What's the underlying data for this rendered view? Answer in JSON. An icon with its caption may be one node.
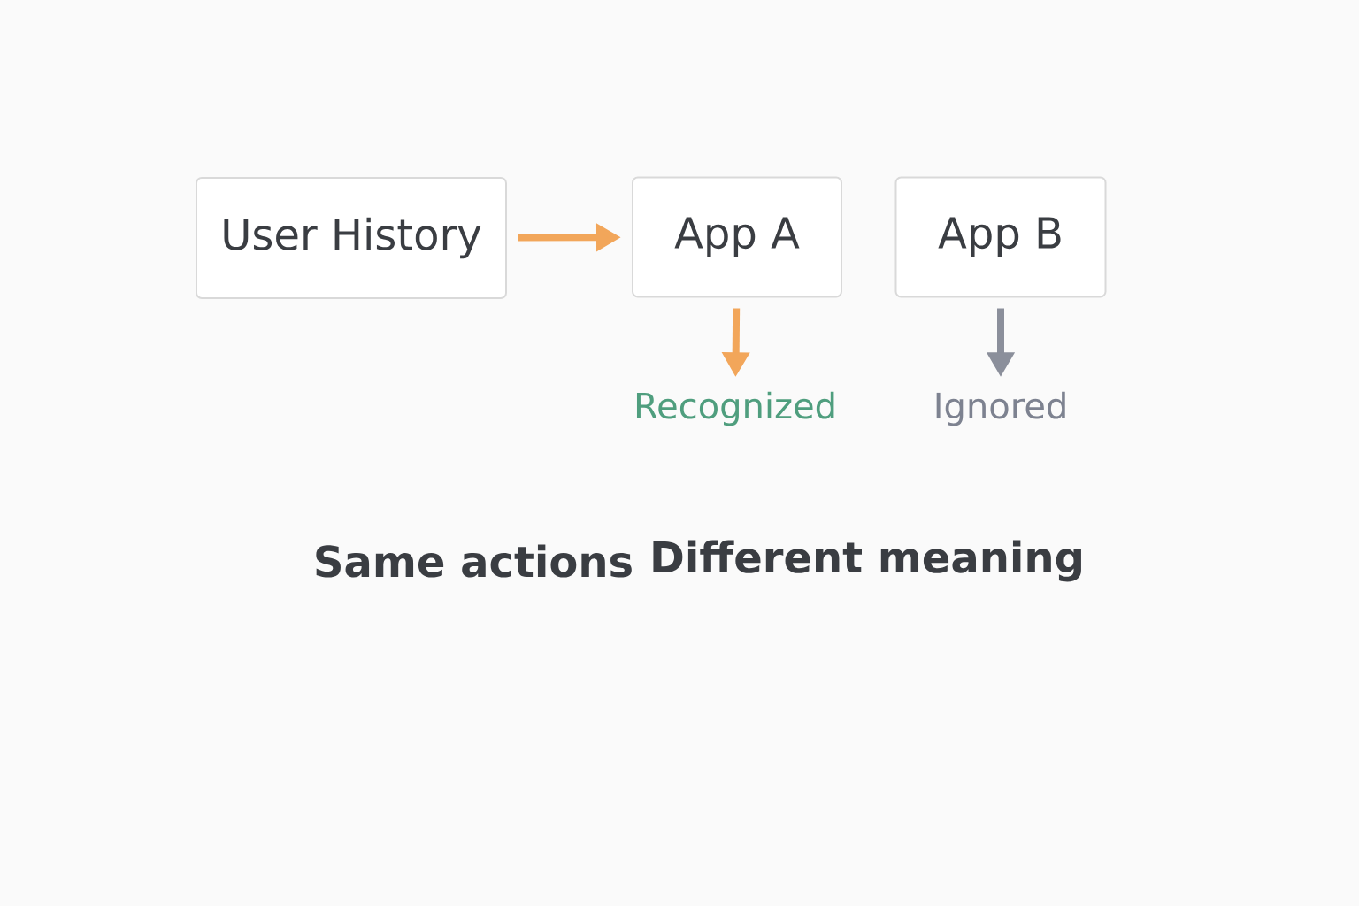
{
  "diagram": {
    "nodes": [
      {
        "text": [
          "User History"
        ]
      },
      {
        "text": [
          "App A"
        ]
      },
      {
        "text": [
          "App B"
        ]
      },
      {
        "text": [
          "Recognized"
        ]
      },
      {
        "text": [
          "Ignored"
        ]
      }
    ],
    "edges": [
      {
        "from": 0,
        "to": 1,
        "arrow": "to"
      },
      {
        "from": 1,
        "to": 3,
        "arrow": "to"
      },
      {
        "from": 2,
        "to": 4,
        "arrow": "to",
        "color": "#8b8f9b"
      }
    ],
    "labels": [
      "Same actions",
      "Different meaning"
    ]
  }
}
